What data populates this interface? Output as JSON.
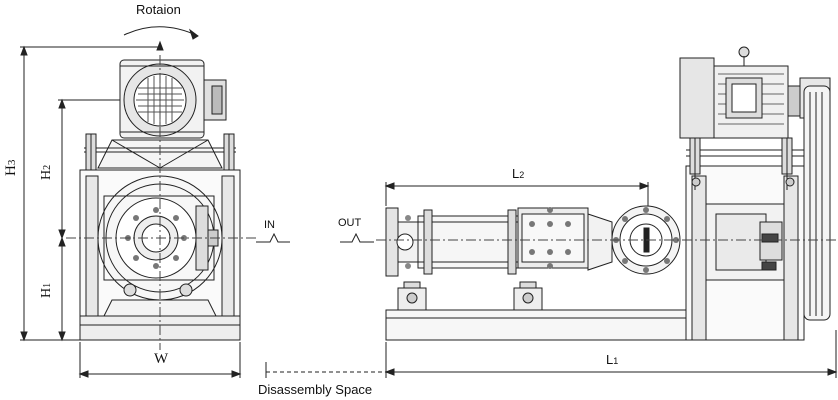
{
  "labels": {
    "rotation": "Rotaion",
    "inlet": "IN",
    "outlet": "OUT",
    "h3": "H",
    "h3_sub": "3",
    "h2": "H",
    "h2_sub": "2",
    "h1": "H",
    "h1_sub": "1",
    "width": "W",
    "l2": "L",
    "l2_sub": "2",
    "l1": "L",
    "l1_sub": "1",
    "disassembly": "Disassembly Space"
  },
  "colors": {
    "line": "#222222",
    "fill_light": "#f2f2f2",
    "fill_mid": "#d8d8d8",
    "fill_dark": "#555555"
  }
}
